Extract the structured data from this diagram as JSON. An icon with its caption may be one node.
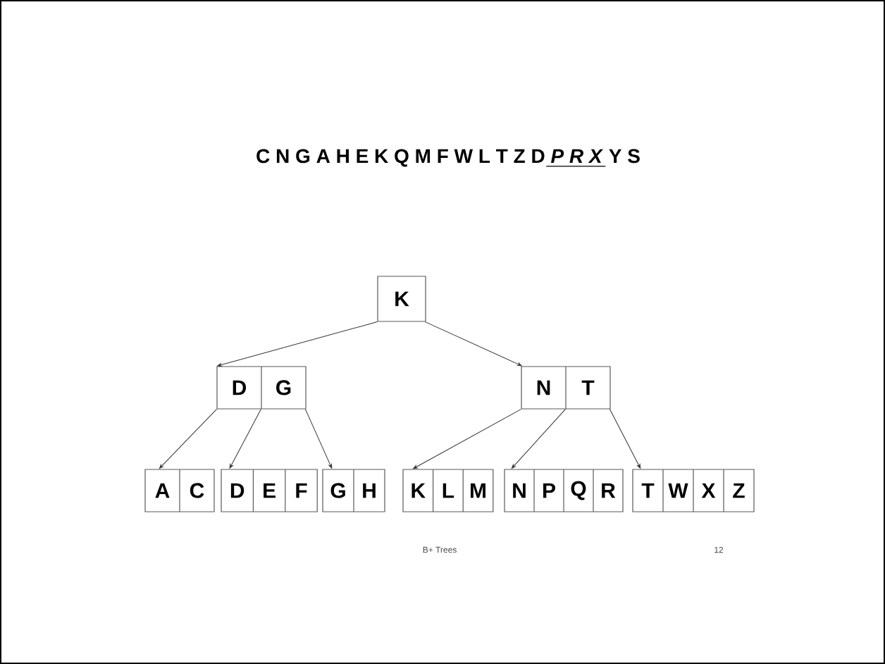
{
  "diagram": {
    "title": "C N G A H E K Q M F W L T Z D *P R X* Y S",
    "nodes": [
      {
        "text": [
          "K"
        ]
      },
      {
        "text": [
          "D",
          "G"
        ]
      },
      {
        "text": [
          "N",
          "T"
        ]
      },
      {
        "text": [
          "A",
          "C"
        ]
      },
      {
        "text": [
          "D",
          "E",
          "F"
        ]
      },
      {
        "text": [
          "G",
          "H"
        ]
      },
      {
        "text": [
          "K",
          "L",
          "M"
        ]
      },
      {
        "text": [
          "N",
          "P",
          "Q",
          "R"
        ]
      },
      {
        "text": [
          "T",
          "W",
          "X",
          "Z"
        ]
      }
    ],
    "edges": [
      {
        "from": 0,
        "to": 1,
        "arrow": "to"
      },
      {
        "from": 0,
        "to": 2,
        "arrow": "to"
      },
      {
        "from": 1,
        "to": 3,
        "arrow": "to"
      },
      {
        "from": 1,
        "to": 4,
        "arrow": "to"
      },
      {
        "from": 1,
        "to": 5,
        "arrow": "to"
      },
      {
        "from": 2,
        "to": 6,
        "arrow": "to"
      },
      {
        "from": 2,
        "to": 7,
        "arrow": "to"
      },
      {
        "from": 2,
        "to": 8,
        "arrow": "to"
      }
    ],
    "labels": [
      "B+ Trees",
      "12"
    ]
  }
}
